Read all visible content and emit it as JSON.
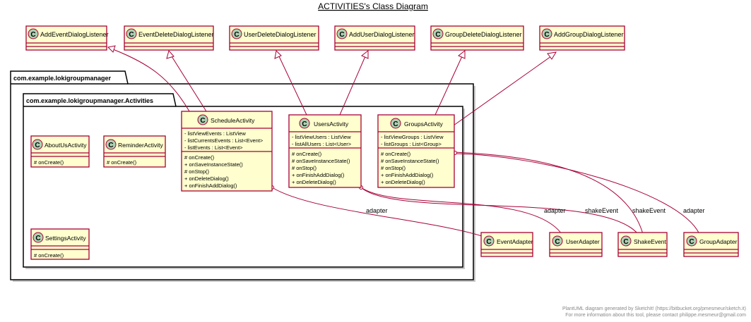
{
  "title": "ACTIVITIES's Class Diagram",
  "packages": {
    "outer": "com.example.lokigroupmanager",
    "inner": "com.example.lokigroupmanager.Activities"
  },
  "interfaces": [
    "AddEventDialogListener",
    "EventDeleteDialogListener",
    "UserDeleteDialogListener",
    "AddUserDialogListener",
    "GroupDeleteDialogListener",
    "AddGroupDialogListener"
  ],
  "classes": [
    {
      "name": "AboutUsActivity",
      "fields": [],
      "methods": [
        "# onCreate()"
      ]
    },
    {
      "name": "ReminderActivity",
      "fields": [],
      "methods": [
        "# onCreate()"
      ]
    },
    {
      "name": "ScheduleActivity",
      "fields": [
        "- listViewEvents : ListView",
        "- listCurrentsEvents : List<Event>",
        "- listEvents : List<Event>"
      ],
      "methods": [
        "# onCreate()",
        "+ onSaveInstanceState()",
        "# onStop()",
        "+ onDeleteDialog()",
        "+ onFinishAddDialog()"
      ]
    },
    {
      "name": "UsersActivity",
      "fields": [
        "- listViewUsers : ListView",
        "- listAllUsers : List<User>"
      ],
      "methods": [
        "# onCreate()",
        "# onSaveInstanceState()",
        "# onStop()",
        "+ onFinishAddDialog()",
        "+ onDeleteDialog()"
      ]
    },
    {
      "name": "GroupsActivity",
      "fields": [
        "- listViewGroups : ListView",
        "- listGroups : List<Group>"
      ],
      "methods": [
        "# onCreate()",
        "# onSaveInstanceState()",
        "# onStop()",
        "+ onFinishAddDialog()",
        "+ onDeleteDialog()"
      ]
    },
    {
      "name": "SettingsActivity",
      "fields": [],
      "methods": [
        "# onCreate()"
      ]
    }
  ],
  "externals": [
    "EventAdapter",
    "UserAdapter",
    "ShakeEvent",
    "GroupAdapter"
  ],
  "association_labels": [
    "adapter",
    "adapter",
    "shakeEvent",
    "shakeEvent",
    "adapter"
  ],
  "footer": [
    "PlantUML diagram generated by SketchIt! (https://bitbucket.org/pmesmeur/sketch.it)",
    "For more information about this tool, please contact philippe.mesmeur@gmail.com"
  ],
  "colors": {
    "class_fill": "#FEFECE",
    "border": "#A80036",
    "circle": "#ADD1B2"
  }
}
